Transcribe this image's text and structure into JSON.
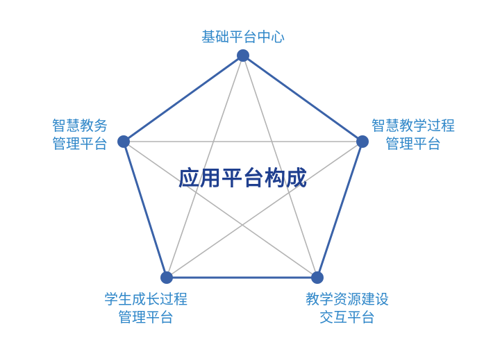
{
  "title": "应用平台构成",
  "colors": {
    "outline": "#3a62a8",
    "star_lines": "#b3b3b3",
    "node_fill": "#3a62a8",
    "label_text": "#2e86c8",
    "title_text": "#1f3f8f"
  },
  "nodes": [
    {
      "id": "top",
      "lines": [
        "基础平台中心"
      ]
    },
    {
      "id": "right",
      "lines": [
        "智慧教学过程",
        "管理平台"
      ]
    },
    {
      "id": "bottom-right",
      "lines": [
        "教学资源建设",
        "交互平台"
      ]
    },
    {
      "id": "bottom-left",
      "lines": [
        "学生成长过程",
        "管理平台"
      ]
    },
    {
      "id": "left",
      "lines": [
        "智慧教务",
        "管理平台"
      ]
    }
  ]
}
